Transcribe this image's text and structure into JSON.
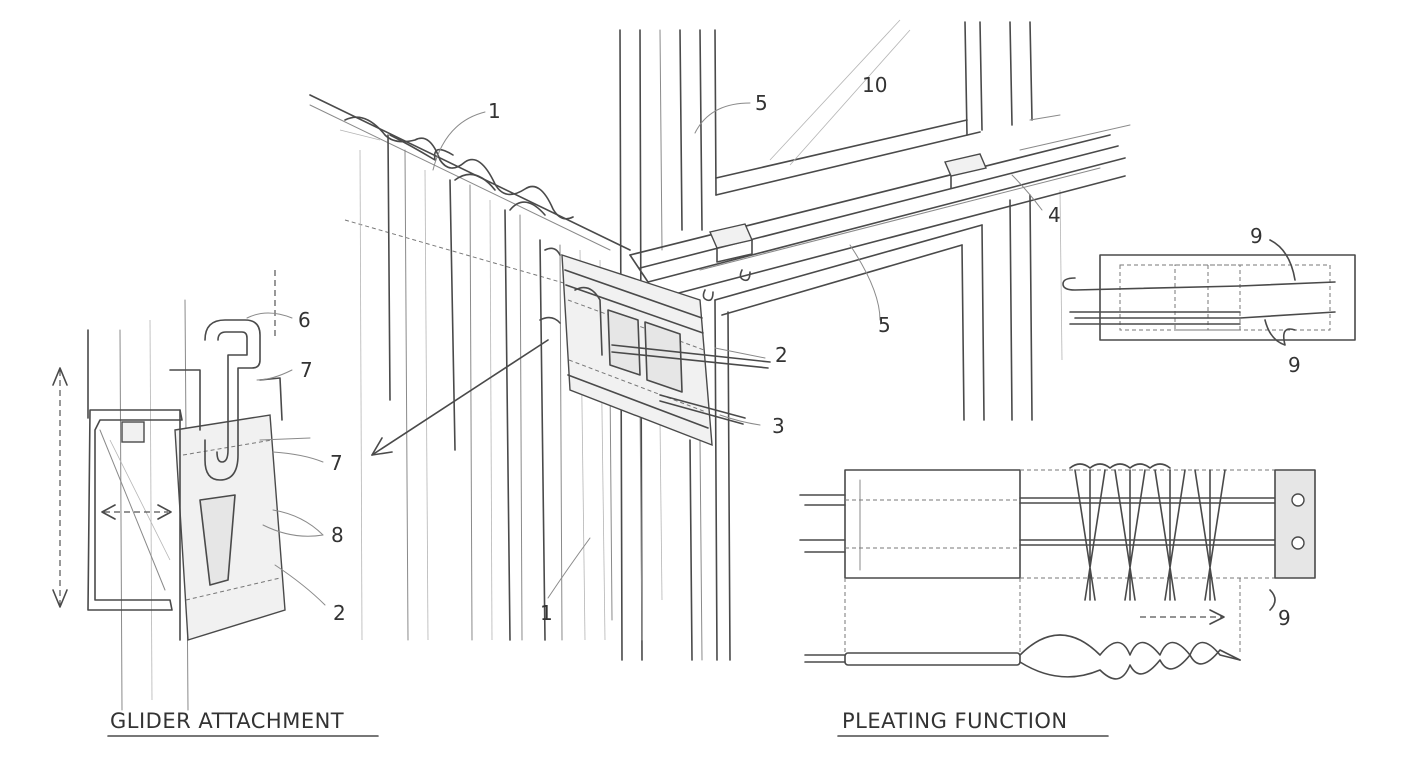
{
  "captions": {
    "glider": "GLIDER ATTACHMENT",
    "pleating": "PLEATING FUNCTION"
  },
  "callouts": {
    "c1_top": "1",
    "c1_bottom": "1",
    "c2_main": "2",
    "c2_detail": "2",
    "c3": "3",
    "c4": "4",
    "c5_top": "5",
    "c5_rail": "5",
    "c6": "6",
    "c7_top": "7",
    "c7_mid": "7",
    "c8": "8",
    "c9_top": "9",
    "c9_mid": "9",
    "c9_bottom": "9",
    "c10": "10"
  },
  "colors": {
    "ink": "#4a4a4a",
    "paper": "#ffffff"
  }
}
